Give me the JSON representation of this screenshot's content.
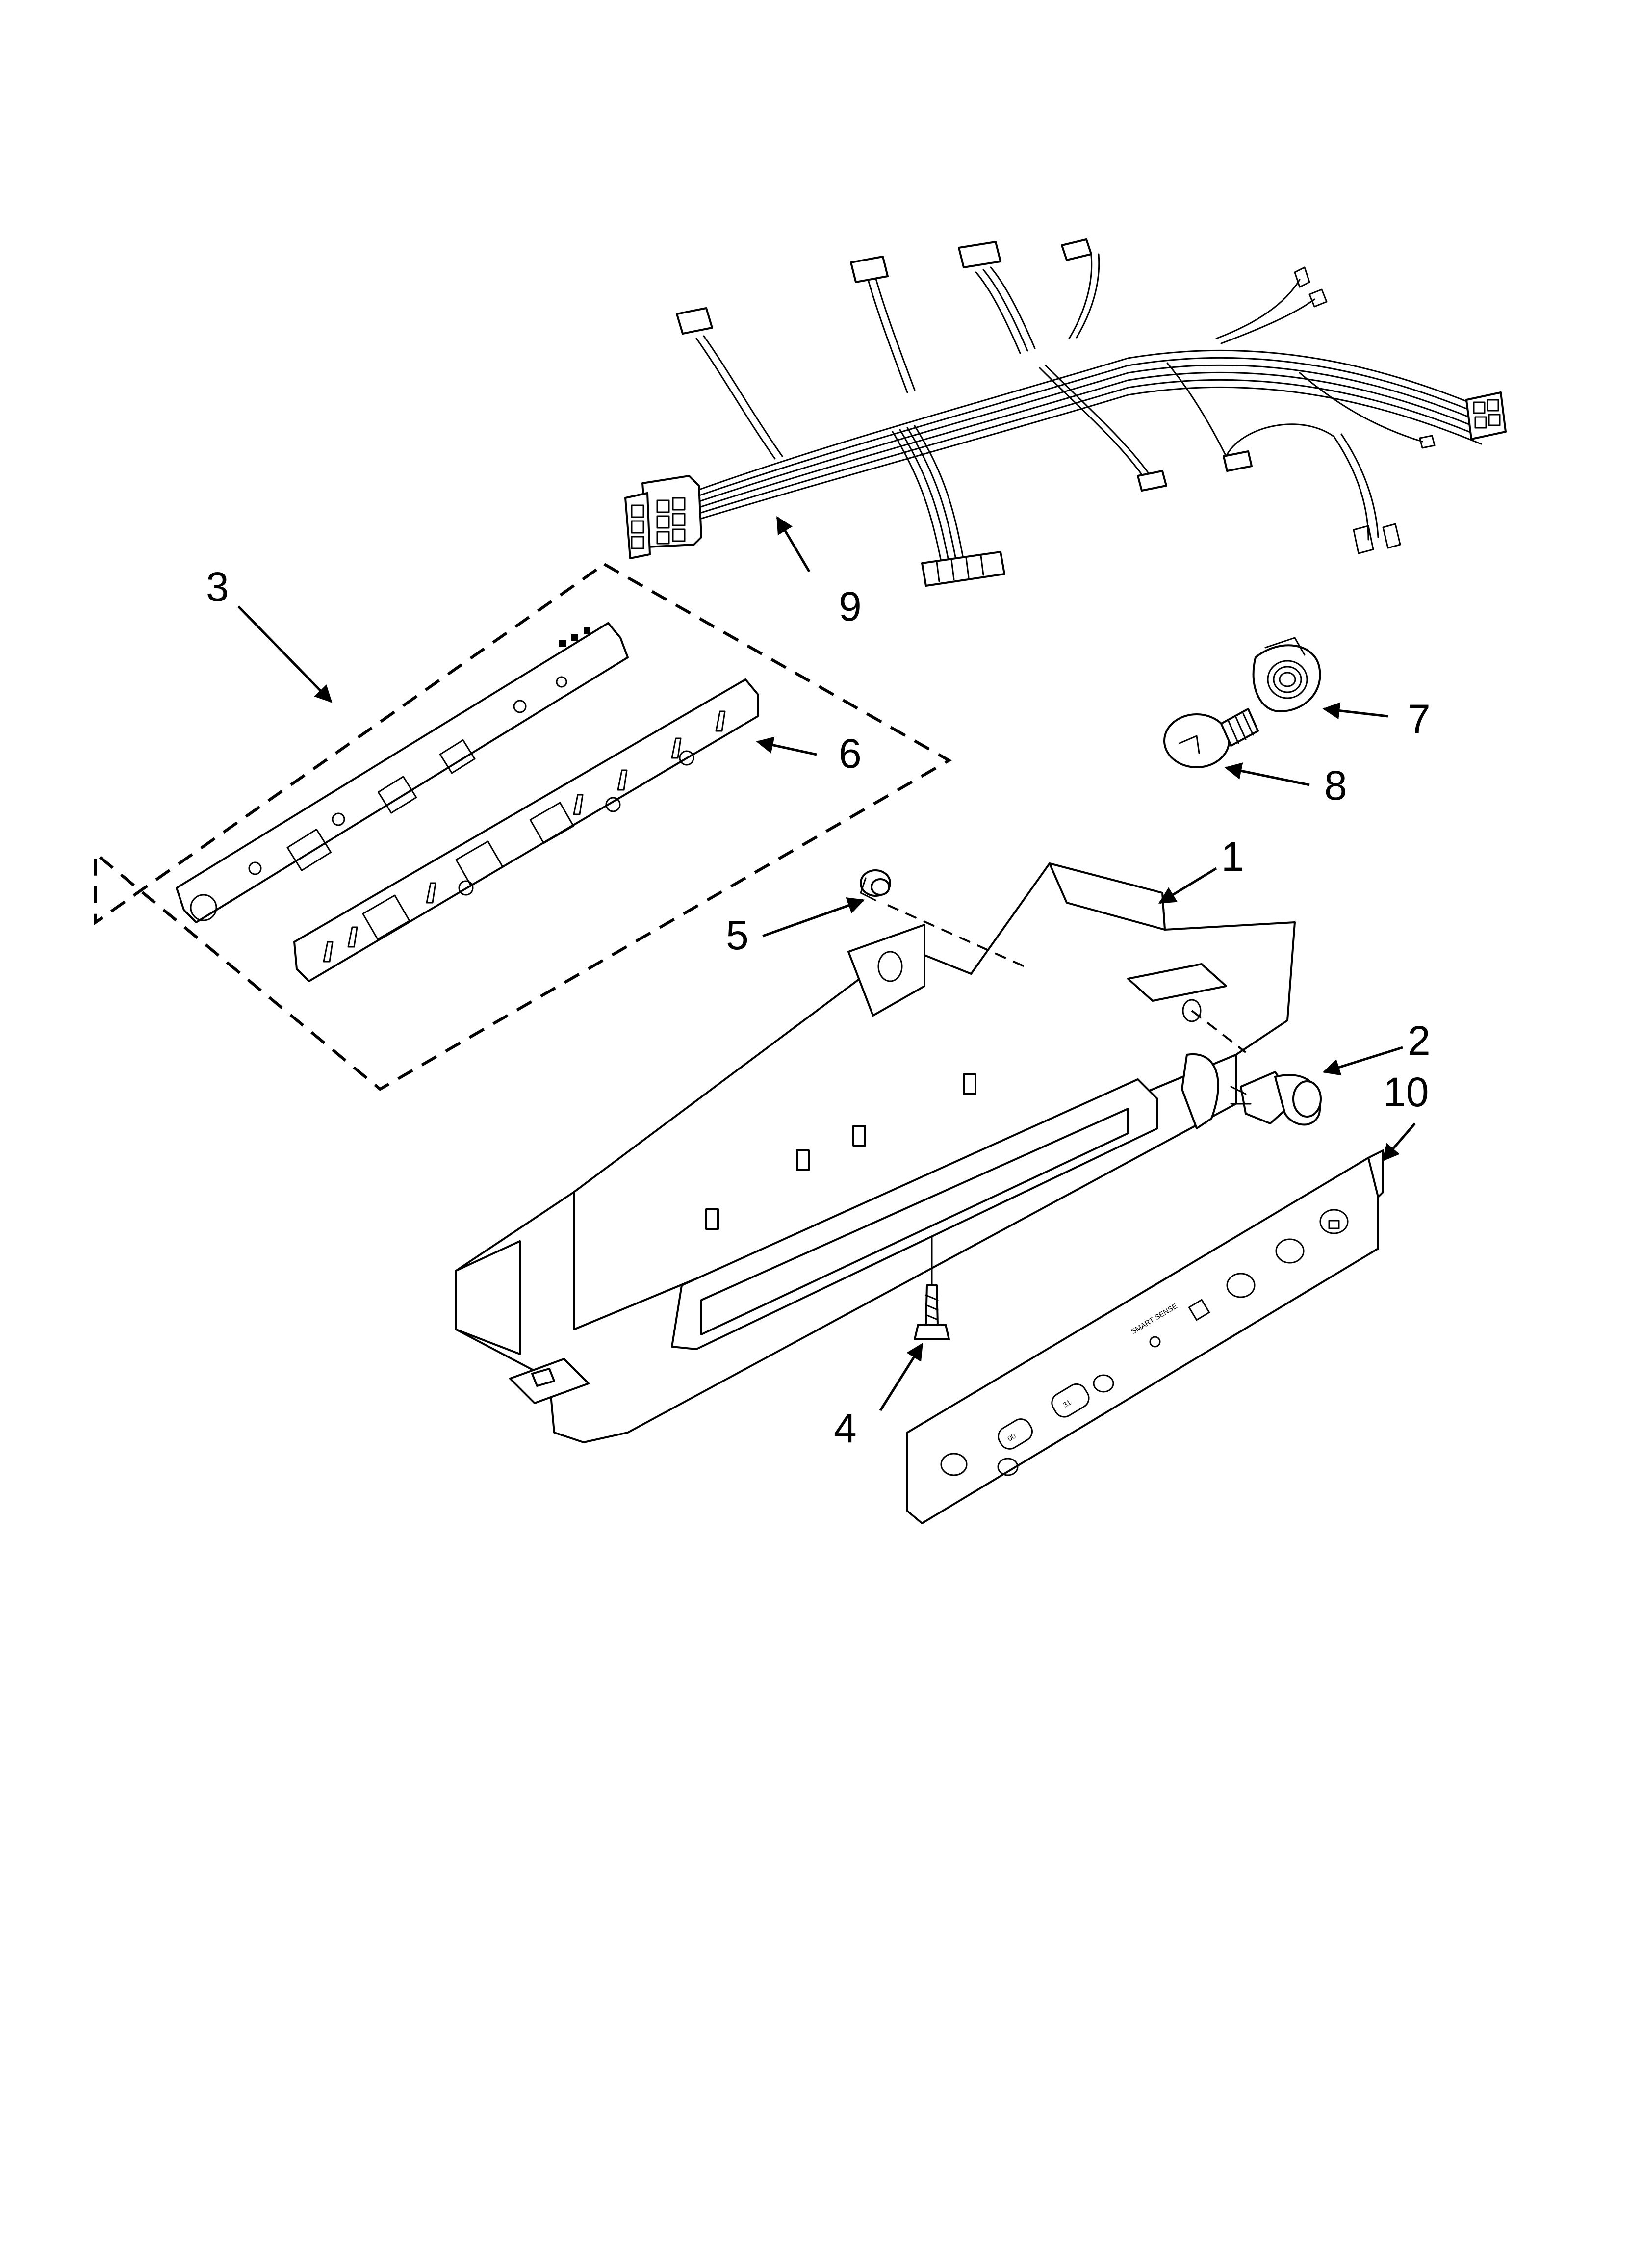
{
  "callouts": [
    {
      "id": "1",
      "label": "1"
    },
    {
      "id": "2",
      "label": "2"
    },
    {
      "id": "3",
      "label": "3"
    },
    {
      "id": "4",
      "label": "4"
    },
    {
      "id": "5",
      "label": "5"
    },
    {
      "id": "6",
      "label": "6"
    },
    {
      "id": "7",
      "label": "7"
    },
    {
      "id": "8",
      "label": "8"
    },
    {
      "id": "9",
      "label": "9"
    },
    {
      "id": "10",
      "label": "10"
    }
  ],
  "panel_text": {
    "smart_sense": "SMART SENSE",
    "display_left": "00",
    "display_right": "31"
  }
}
